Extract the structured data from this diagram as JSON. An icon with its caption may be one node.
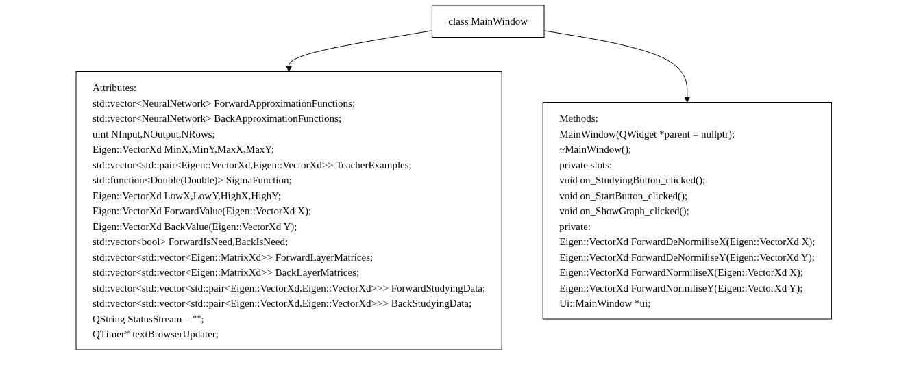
{
  "diagram": {
    "nodes": [
      {
        "text": [
          "class MainWindow"
        ]
      },
      {
        "text": [
          "Attributes:",
          "std::vector<NeuralNetwork> ForwardApproximationFunctions;",
          "std::vector<NeuralNetwork> BackApproximationFunctions;",
          "uint NInput,NOutput,NRows;",
          "Eigen::VectorXd MinX,MinY,MaxX,MaxY;",
          "std::vector<std::pair<Eigen::VectorXd,Eigen::VectorXd>> TeacherExamples;",
          "std::function<Double(Double)> SigmaFunction;",
          "Eigen::VectorXd LowX,LowY,HighX,HighY;",
          "Eigen::VectorXd ForwardValue(Eigen::VectorXd X);",
          "Eigen::VectorXd BackValue(Eigen::VectorXd Y);",
          "std::vector<bool> ForwardIsNeed,BackIsNeed;",
          "std::vector<std::vector<Eigen::MatrixXd>> ForwardLayerMatrices;",
          "std::vector<std::vector<Eigen::MatrixXd>> BackLayerMatrices;",
          "std::vector<std::vector<std::pair<Eigen::VectorXd,Eigen::VectorXd>>> ForwardStudyingData;",
          "std::vector<std::vector<std::pair<Eigen::VectorXd,Eigen::VectorXd>>> BackStudyingData;",
          "QString StatusStream = \"\";",
          "QTimer* textBrowserUpdater;"
        ]
      },
      {
        "text": [
          "Methods:",
          "MainWindow(QWidget *parent = nullptr);",
          "~MainWindow();",
          "private slots:",
          "void on_StudyingButton_clicked();",
          "void on_StartButton_clicked();",
          "void on_ShowGraph_clicked();",
          "private:",
          "Eigen::VectorXd ForwardDeNormiliseX(Eigen::VectorXd X);",
          "Eigen::VectorXd ForwardDeNormiliseY(Eigen::VectorXd Y);",
          "Eigen::VectorXd ForwardNormiliseX(Eigen::VectorXd X);",
          "Eigen::VectorXd ForwardNormiliseY(Eigen::VectorXd Y);",
          "Ui::MainWindow *ui;"
        ]
      }
    ],
    "edges": [
      {
        "from": 0,
        "to": 1,
        "arrow": "to"
      },
      {
        "from": 0,
        "to": 2,
        "arrow": "to"
      }
    ]
  }
}
